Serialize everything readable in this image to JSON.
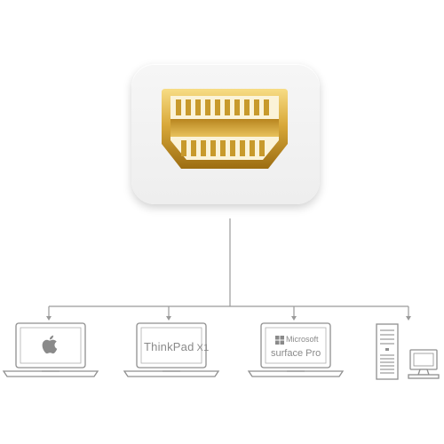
{
  "connector": {
    "name": "mini-displayport-connector"
  },
  "devices": [
    {
      "id": "macbook",
      "type": "laptop",
      "icon": "apple-logo-icon"
    },
    {
      "id": "thinkpad",
      "type": "laptop",
      "brand": "ThinkPad",
      "model": "X1"
    },
    {
      "id": "surface",
      "type": "laptop",
      "logo_text": "Microsoft",
      "product": "surface Pro",
      "icon": "windows-logo-icon"
    },
    {
      "id": "desktop",
      "type": "desktop-pc",
      "icon": "desktop-computer-icon"
    }
  ],
  "colors": {
    "gold": "#d9a93a",
    "line": "#9a9a9a",
    "device_outline": "#8f8f8f"
  }
}
